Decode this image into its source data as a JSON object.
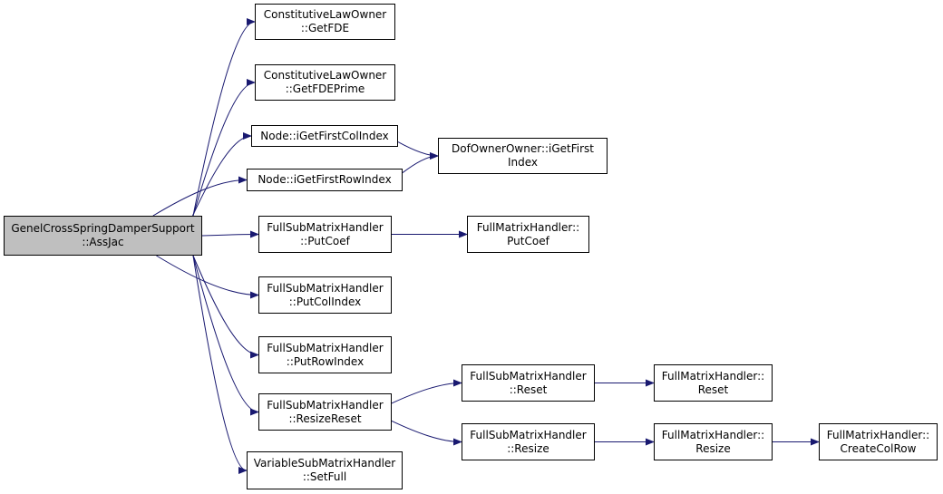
{
  "colors": {
    "edge": "#191970",
    "root_fill": "#bfbfbf",
    "node_fill": "#ffffff",
    "border": "#000000"
  },
  "nodes": {
    "root": {
      "line1": "GenelCrossSpringDamperSupport",
      "line2": "::AssJac"
    },
    "getfde": {
      "line1": "ConstitutiveLawOwner",
      "line2": "::GetFDE"
    },
    "getfdeprime": {
      "line1": "ConstitutiveLawOwner",
      "line2": "::GetFDEPrime"
    },
    "getfirstcol": {
      "line1": "Node::iGetFirstColIndex"
    },
    "getfirstrow": {
      "line1": "Node::iGetFirstRowIndex"
    },
    "dofowner": {
      "line1": "DofOwnerOwner::iGetFirst",
      "line2": "Index"
    },
    "putcoef": {
      "line1": "FullSubMatrixHandler",
      "line2": "::PutCoef"
    },
    "fmh_putcoef": {
      "line1": "FullMatrixHandler::",
      "line2": "PutCoef"
    },
    "putcolindex": {
      "line1": "FullSubMatrixHandler",
      "line2": "::PutColIndex"
    },
    "putrowindex": {
      "line1": "FullSubMatrixHandler",
      "line2": "::PutRowIndex"
    },
    "resizereset": {
      "line1": "FullSubMatrixHandler",
      "line2": "::ResizeReset"
    },
    "fsmh_reset": {
      "line1": "FullSubMatrixHandler",
      "line2": "::Reset"
    },
    "fmh_reset": {
      "line1": "FullMatrixHandler::",
      "line2": "Reset"
    },
    "fsmh_resize": {
      "line1": "FullSubMatrixHandler",
      "line2": "::Resize"
    },
    "fmh_resize": {
      "line1": "FullMatrixHandler::",
      "line2": "Resize"
    },
    "createcolrow": {
      "line1": "FullMatrixHandler::",
      "line2": "CreateColRow"
    },
    "setfull": {
      "line1": "VariableSubMatrixHandler",
      "line2": "::SetFull"
    }
  },
  "edges": [
    [
      "root",
      "getfde"
    ],
    [
      "root",
      "getfdeprime"
    ],
    [
      "root",
      "getfirstcol"
    ],
    [
      "root",
      "getfirstrow"
    ],
    [
      "root",
      "putcoef"
    ],
    [
      "root",
      "putcolindex"
    ],
    [
      "root",
      "putrowindex"
    ],
    [
      "root",
      "resizereset"
    ],
    [
      "root",
      "setfull"
    ],
    [
      "getfirstcol",
      "dofowner"
    ],
    [
      "getfirstrow",
      "dofowner"
    ],
    [
      "putcoef",
      "fmh_putcoef"
    ],
    [
      "resizereset",
      "fsmh_reset"
    ],
    [
      "resizereset",
      "fsmh_resize"
    ],
    [
      "fsmh_reset",
      "fmh_reset"
    ],
    [
      "fsmh_resize",
      "fmh_resize"
    ],
    [
      "fmh_resize",
      "createcolrow"
    ]
  ]
}
